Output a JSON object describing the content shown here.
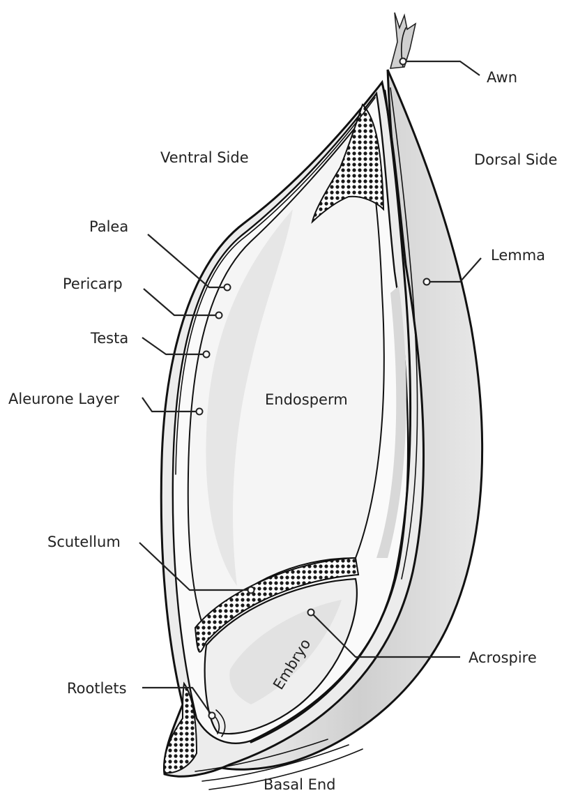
{
  "diagram": {
    "orientation_labels": {
      "ventral_side": "Ventral Side",
      "dorsal_side": "Dorsal Side",
      "basal_end": "Basal End"
    },
    "region_labels": {
      "endosperm": "Endosperm",
      "embryo": "Embryo"
    },
    "callouts": {
      "awn": "Awn",
      "palea": "Palea",
      "lemma": "Lemma",
      "pericarp": "Pericarp",
      "testa": "Testa",
      "aleurone_layer": "Aleurone Layer",
      "scutellum": "Scutellum",
      "acrospire": "Acrospire",
      "rootlets": "Rootlets"
    },
    "colors": {
      "line": "#111111",
      "husk_fill": "#d6d6d6",
      "endosperm_fill": "#f2f2f2",
      "background": "#ffffff"
    }
  }
}
